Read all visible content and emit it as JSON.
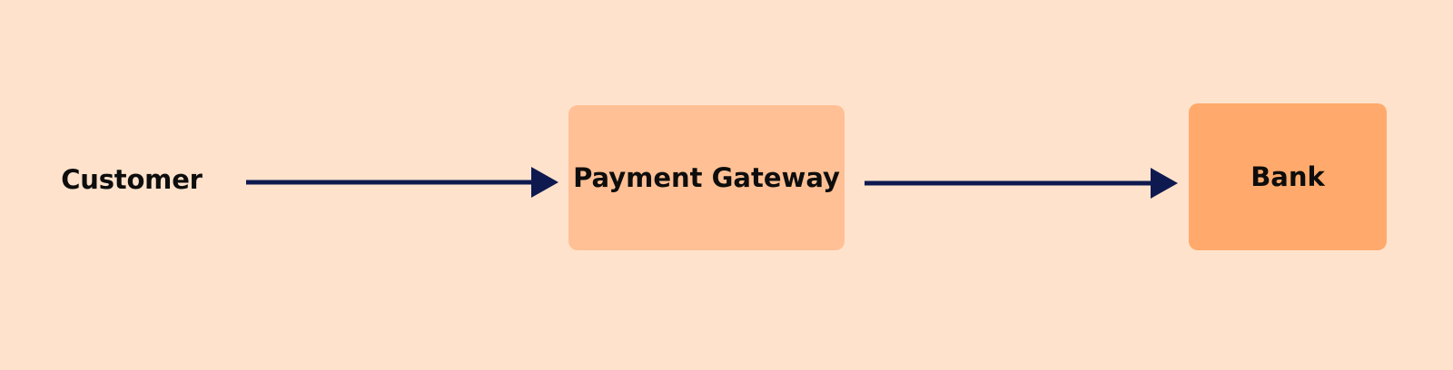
{
  "nodes": {
    "customer": "Customer",
    "gateway": "Payment Gateway",
    "bank": "Bank"
  },
  "colors": {
    "background": "#FFE2CC",
    "gateway_fill": "#FFC095",
    "bank_fill": "#FFAA6C",
    "arrow": "#0E1A4F"
  },
  "edges": [
    {
      "from": "Customer",
      "to": "Payment Gateway"
    },
    {
      "from": "Payment Gateway",
      "to": "Bank"
    }
  ]
}
